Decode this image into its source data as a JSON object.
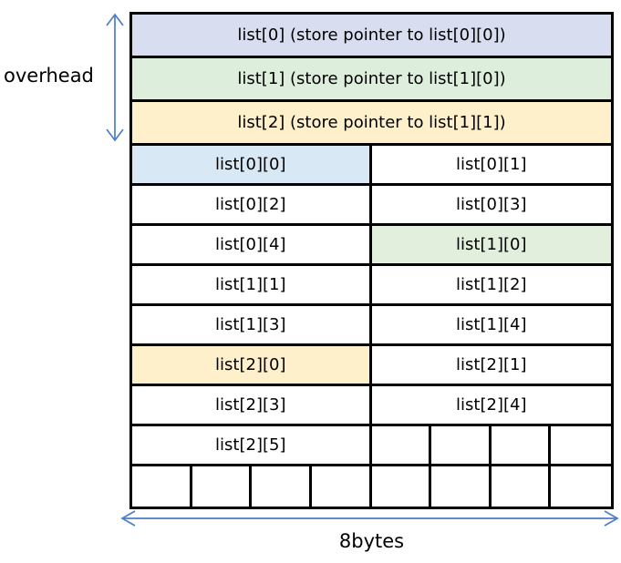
{
  "labels": {
    "overhead": "overhead",
    "bytes": "8bytes"
  },
  "colors": {
    "arrow": "#4d7dc6",
    "border": "#000000",
    "header_blue": "#d8def0",
    "header_green": "#deeedd",
    "header_yellow": "#fdf0cb",
    "cell_blue": "#d9e8f5",
    "cell_green": "#e2efdd",
    "cell_yellow": "#fdf0cb",
    "cell_white": "#ffffff"
  },
  "table": {
    "rows": [
      {
        "h": 48,
        "cells": [
          {
            "label": "list[0] (store pointer to list[0][0])",
            "bg": "#d8def0",
            "w": 8
          }
        ]
      },
      {
        "h": 48,
        "cells": [
          {
            "label": "list[1] (store pointer to list[1][0])",
            "bg": "#deeedd",
            "w": 8
          }
        ]
      },
      {
        "h": 48,
        "cells": [
          {
            "label": "list[2] (store pointer to list[1][1])",
            "bg": "#fdf0cb",
            "w": 8
          }
        ]
      },
      {
        "h": 44,
        "cells": [
          {
            "label": "list[0][0]",
            "bg": "#d9e8f5",
            "w": 4
          },
          {
            "label": "list[0][1]",
            "bg": "#ffffff",
            "w": 4
          }
        ]
      },
      {
        "h": 44,
        "cells": [
          {
            "label": "list[0][2]",
            "bg": "#ffffff",
            "w": 4
          },
          {
            "label": "list[0][3]",
            "bg": "#ffffff",
            "w": 4
          }
        ]
      },
      {
        "h": 44,
        "cells": [
          {
            "label": "list[0][4]",
            "bg": "#ffffff",
            "w": 4
          },
          {
            "label": "list[1][0]",
            "bg": "#e2efdd",
            "w": 4
          }
        ]
      },
      {
        "h": 44,
        "cells": [
          {
            "label": "list[1][1]",
            "bg": "#ffffff",
            "w": 4
          },
          {
            "label": "list[1][2]",
            "bg": "#ffffff",
            "w": 4
          }
        ]
      },
      {
        "h": 44,
        "cells": [
          {
            "label": "list[1][3]",
            "bg": "#ffffff",
            "w": 4
          },
          {
            "label": "list[1][4]",
            "bg": "#ffffff",
            "w": 4
          }
        ]
      },
      {
        "h": 44,
        "cells": [
          {
            "label": "list[2][0]",
            "bg": "#fdf0cb",
            "w": 4
          },
          {
            "label": "list[2][1]",
            "bg": "#ffffff",
            "w": 4
          }
        ]
      },
      {
        "h": 44,
        "cells": [
          {
            "label": "list[2][3]",
            "bg": "#ffffff",
            "w": 4
          },
          {
            "label": "list[2][4]",
            "bg": "#ffffff",
            "w": 4
          }
        ]
      },
      {
        "h": 44,
        "cells": [
          {
            "label": "list[2][5]",
            "bg": "#ffffff",
            "w": 4
          },
          {
            "label": "",
            "bg": "#ffffff",
            "w": 1
          },
          {
            "label": "",
            "bg": "#ffffff",
            "w": 1
          },
          {
            "label": "",
            "bg": "#ffffff",
            "w": 1
          },
          {
            "label": "",
            "bg": "#ffffff",
            "w": 1
          }
        ]
      },
      {
        "h": 44,
        "cells": [
          {
            "label": "",
            "bg": "#ffffff",
            "w": 1
          },
          {
            "label": "",
            "bg": "#ffffff",
            "w": 1
          },
          {
            "label": "",
            "bg": "#ffffff",
            "w": 1
          },
          {
            "label": "",
            "bg": "#ffffff",
            "w": 1
          },
          {
            "label": "",
            "bg": "#ffffff",
            "w": 1
          },
          {
            "label": "",
            "bg": "#ffffff",
            "w": 1
          },
          {
            "label": "",
            "bg": "#ffffff",
            "w": 1
          },
          {
            "label": "",
            "bg": "#ffffff",
            "w": 1
          }
        ]
      }
    ]
  }
}
